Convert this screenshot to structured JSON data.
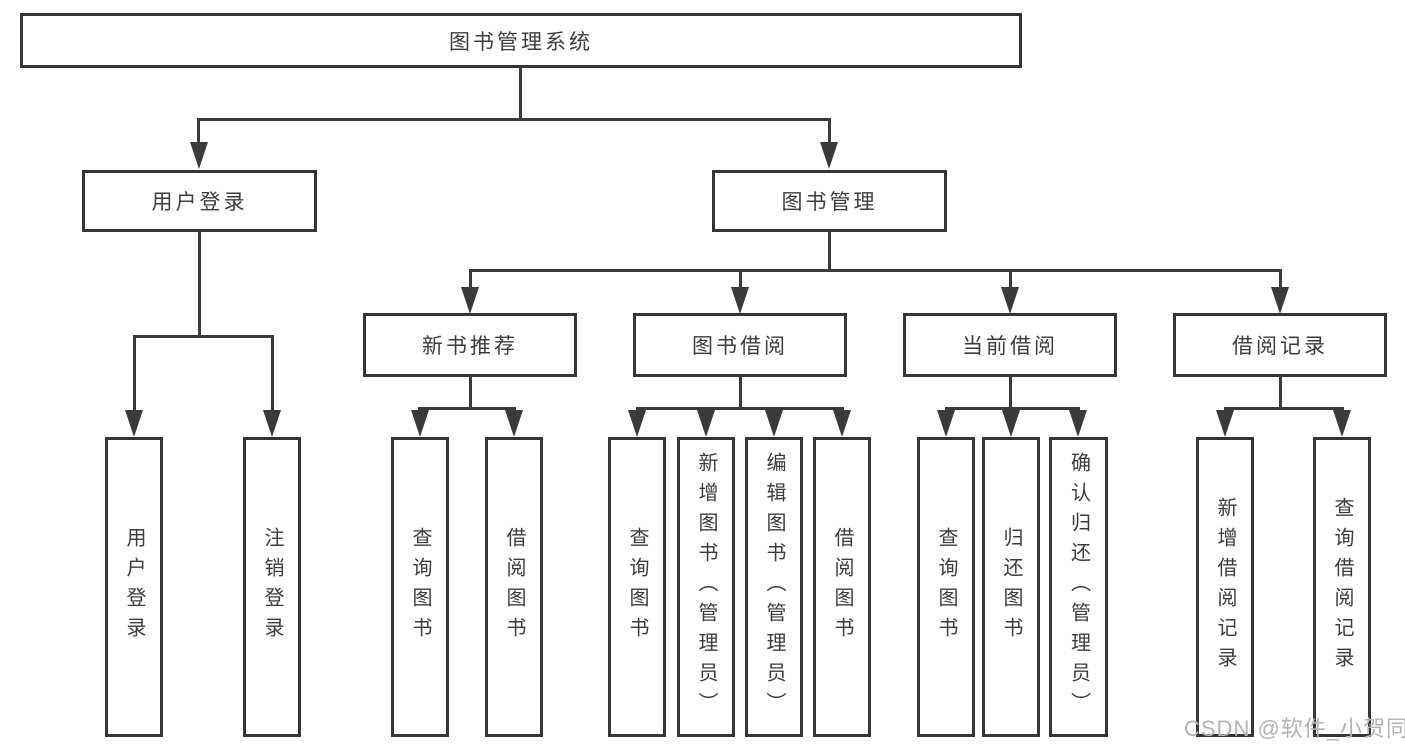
{
  "diagram": {
    "root": {
      "label": "图书管理系统"
    },
    "user_login": {
      "label": "用户登录",
      "children": [
        {
          "label": "用户登录"
        },
        {
          "label": "注销登录"
        }
      ]
    },
    "book_management": {
      "label": "图书管理",
      "sections": [
        {
          "label": "新书推荐",
          "children": [
            {
              "label": "查询图书"
            },
            {
              "label": "借阅图书"
            }
          ]
        },
        {
          "label": "图书借阅",
          "children": [
            {
              "label": "查询图书"
            },
            {
              "label": "新增图书（管理员）"
            },
            {
              "label": "编辑图书（管理员）"
            },
            {
              "label": "借阅图书"
            }
          ]
        },
        {
          "label": "当前借阅",
          "children": [
            {
              "label": "查询图书"
            },
            {
              "label": "归还图书"
            },
            {
              "label": "确认归还（管理员）"
            }
          ]
        },
        {
          "label": "借阅记录",
          "children": [
            {
              "label": "新增借阅记录"
            },
            {
              "label": "查询借阅记录"
            }
          ]
        }
      ]
    }
  },
  "watermark": {
    "text": "CSDN @软件_小贺同学"
  },
  "colors": {
    "line": "#3A3A3A",
    "border": "#353535",
    "text": "#3C3C3C",
    "watermark": "#B3B3B3",
    "background": "#FFFFFF"
  }
}
